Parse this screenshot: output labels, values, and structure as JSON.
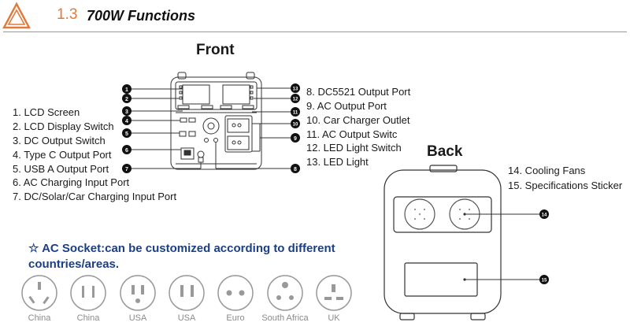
{
  "header": {
    "number": "1.3",
    "title": "700W Functions"
  },
  "front": {
    "title": "Front",
    "left_labels": [
      "1. LCD Screen",
      "2. LCD Display Switch",
      "3. DC Output Switch",
      "4. Type C Output Port",
      "5. USB A Output Port",
      "6. AC Charging Input Port",
      "7. DC/Solar/Car Charging Input Port"
    ],
    "right_labels": [
      "8. DC5521 Output Port",
      "9. AC Output Port",
      "10. Car Charger Outlet",
      "11. AC Output Switc",
      "12. LED Light Switch",
      "13. LED Light"
    ],
    "callouts": [
      "1",
      "2",
      "3",
      "4",
      "5",
      "6",
      "7",
      "8",
      "9",
      "10",
      "11",
      "12",
      "13"
    ]
  },
  "back": {
    "title": "Back",
    "labels": [
      "14. Cooling Fans",
      "15. Specifications Sticker"
    ],
    "callouts": [
      "14",
      "15"
    ]
  },
  "ac_socket": {
    "star": "☆",
    "title": "AC Socket:can be customized according to different countries/areas.",
    "countries": [
      "China",
      "China",
      "USA",
      "USA",
      "Euro",
      "South Africa",
      "UK"
    ]
  }
}
